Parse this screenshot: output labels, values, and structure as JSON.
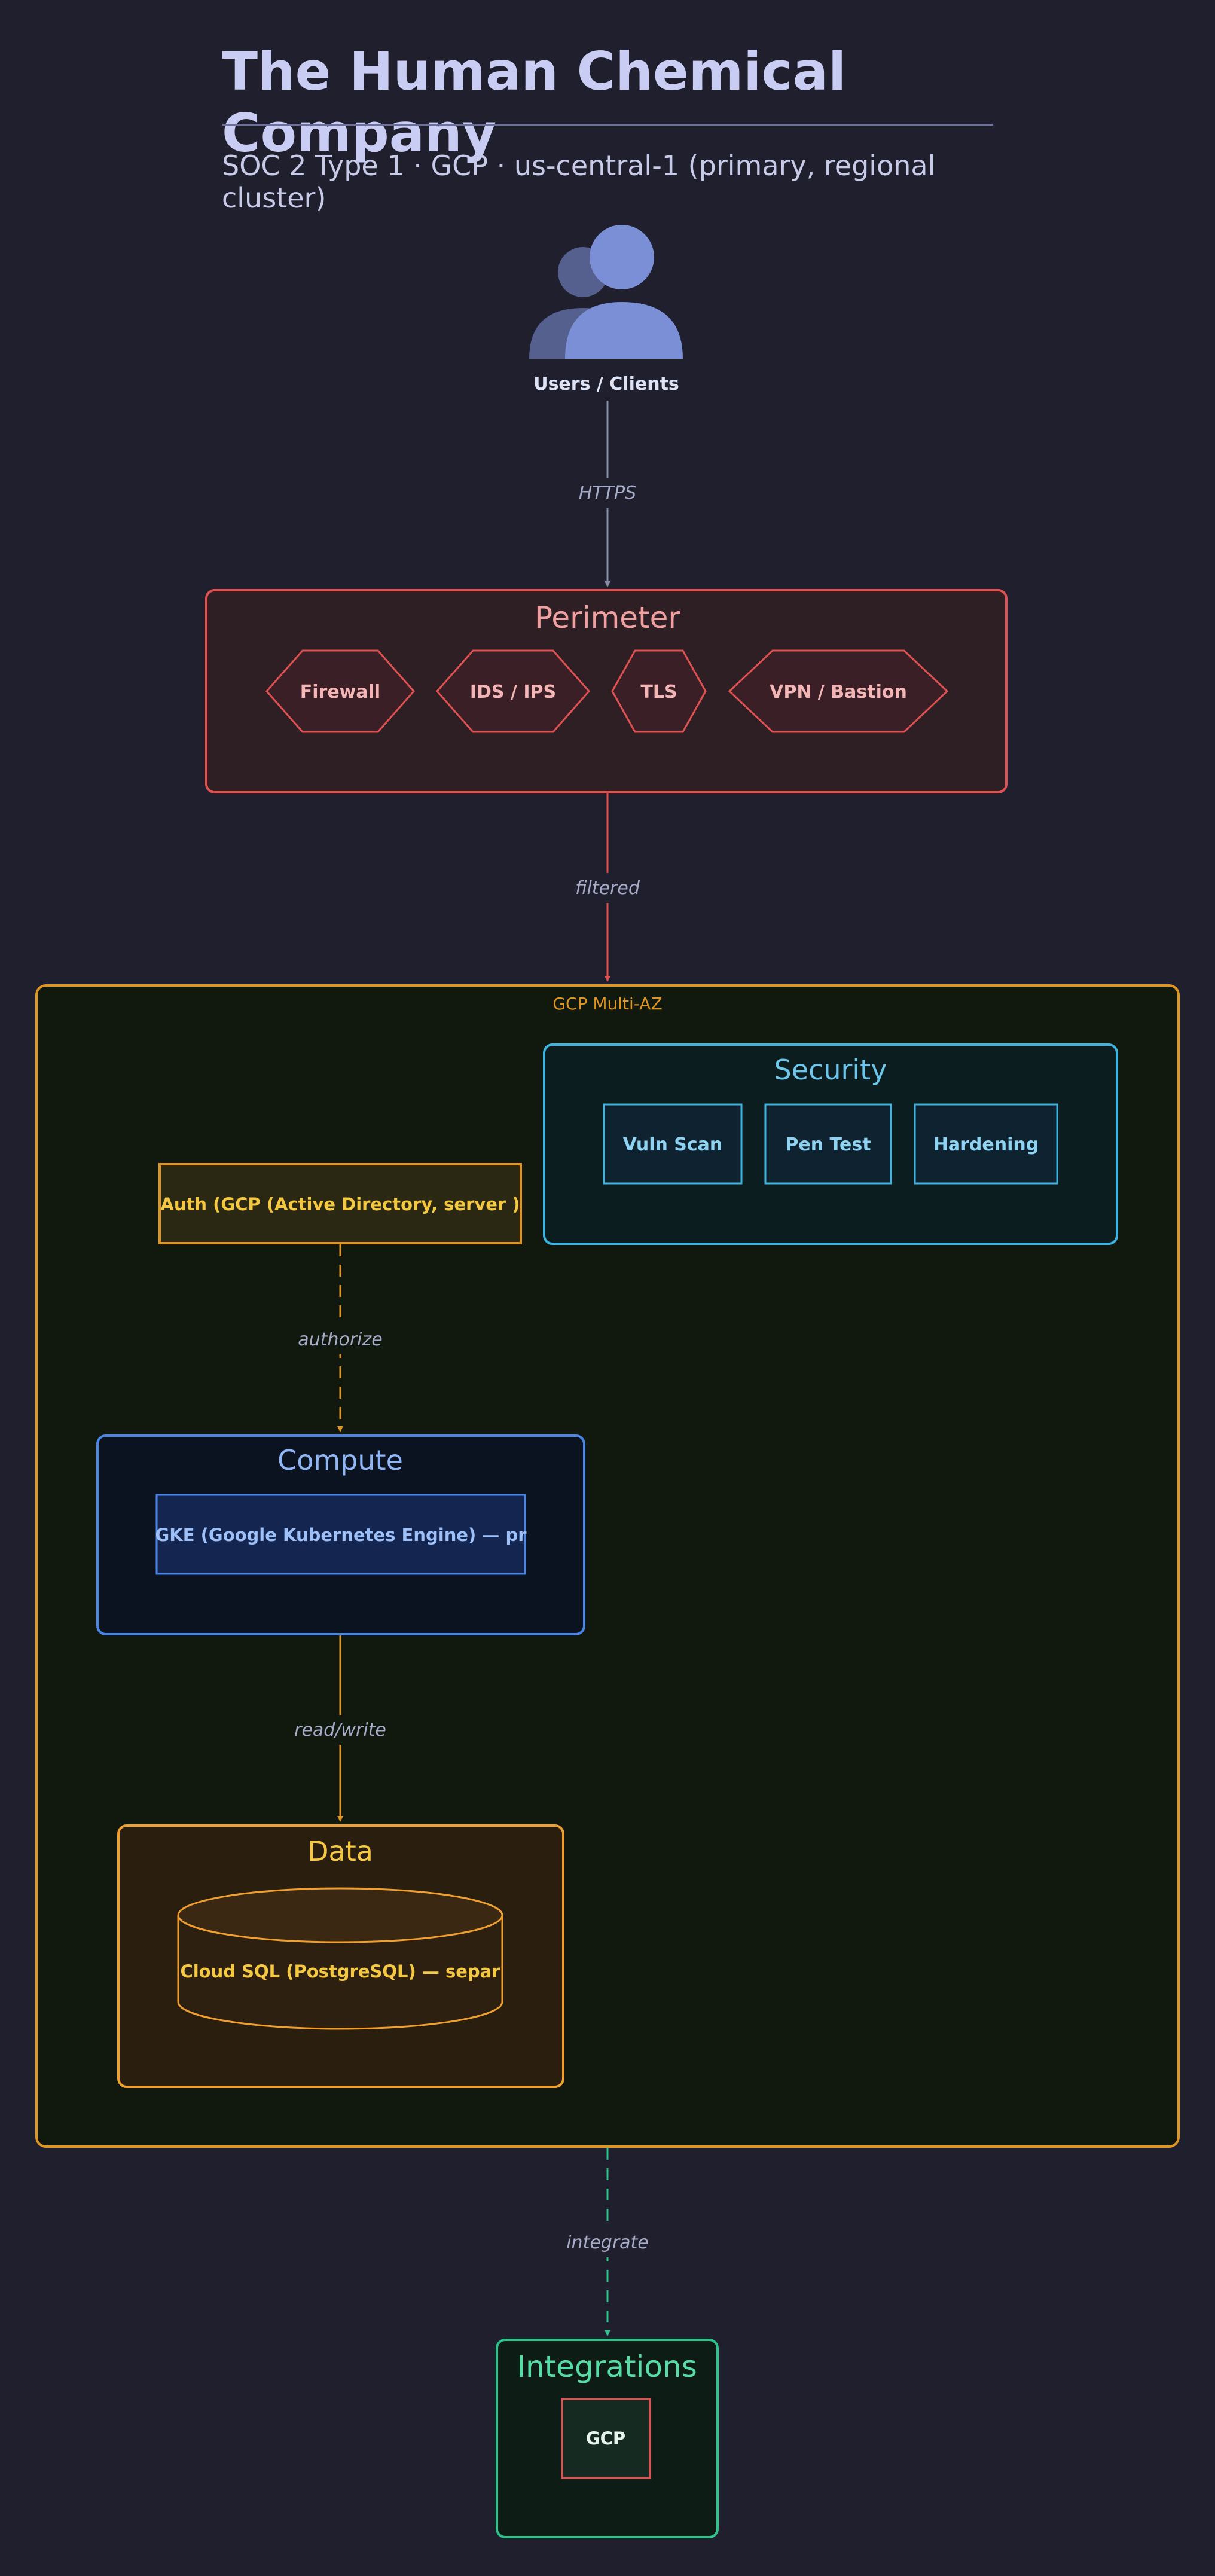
{
  "header": {
    "title": "The Human Chemical Company",
    "subtitle": "SOC 2 Type 1 · GCP · us-central-1 (primary, regional cluster)"
  },
  "users": {
    "label": "Users / Clients",
    "icon": "users-icon"
  },
  "edges": {
    "https": "HTTPS",
    "filtered": "filtered",
    "authorize": "authorize",
    "read_write": "read/write",
    "integrate": "integrate"
  },
  "perimeter": {
    "title": "Perimeter",
    "items": [
      "Firewall",
      "IDS / IPS",
      "TLS",
      "VPN / Bastion"
    ]
  },
  "cloud": {
    "label": "GCP Multi-AZ"
  },
  "security": {
    "title": "Security",
    "items": [
      "Vuln Scan",
      "Pen Test",
      "Hardening"
    ]
  },
  "auth": {
    "label": "Auth (GCP (Active Directory, server )"
  },
  "compute": {
    "title": "Compute",
    "item": "GKE (Google Kubernetes Engine) — pr"
  },
  "data": {
    "title": "Data",
    "item": "Cloud SQL (PostgreSQL) — separ"
  },
  "integrations": {
    "title": "Integrations",
    "item": "GCP"
  },
  "colors": {
    "background": "#1f1f2e",
    "perimeter": "#e05252",
    "cloud": "#e0951f",
    "security": "#3fb4e0",
    "compute": "#4a86e8",
    "data": "#f0a030",
    "integrations": "#2fc28a",
    "users": "#7b8fd6",
    "arrow_neutral": "#8a8fa8"
  }
}
